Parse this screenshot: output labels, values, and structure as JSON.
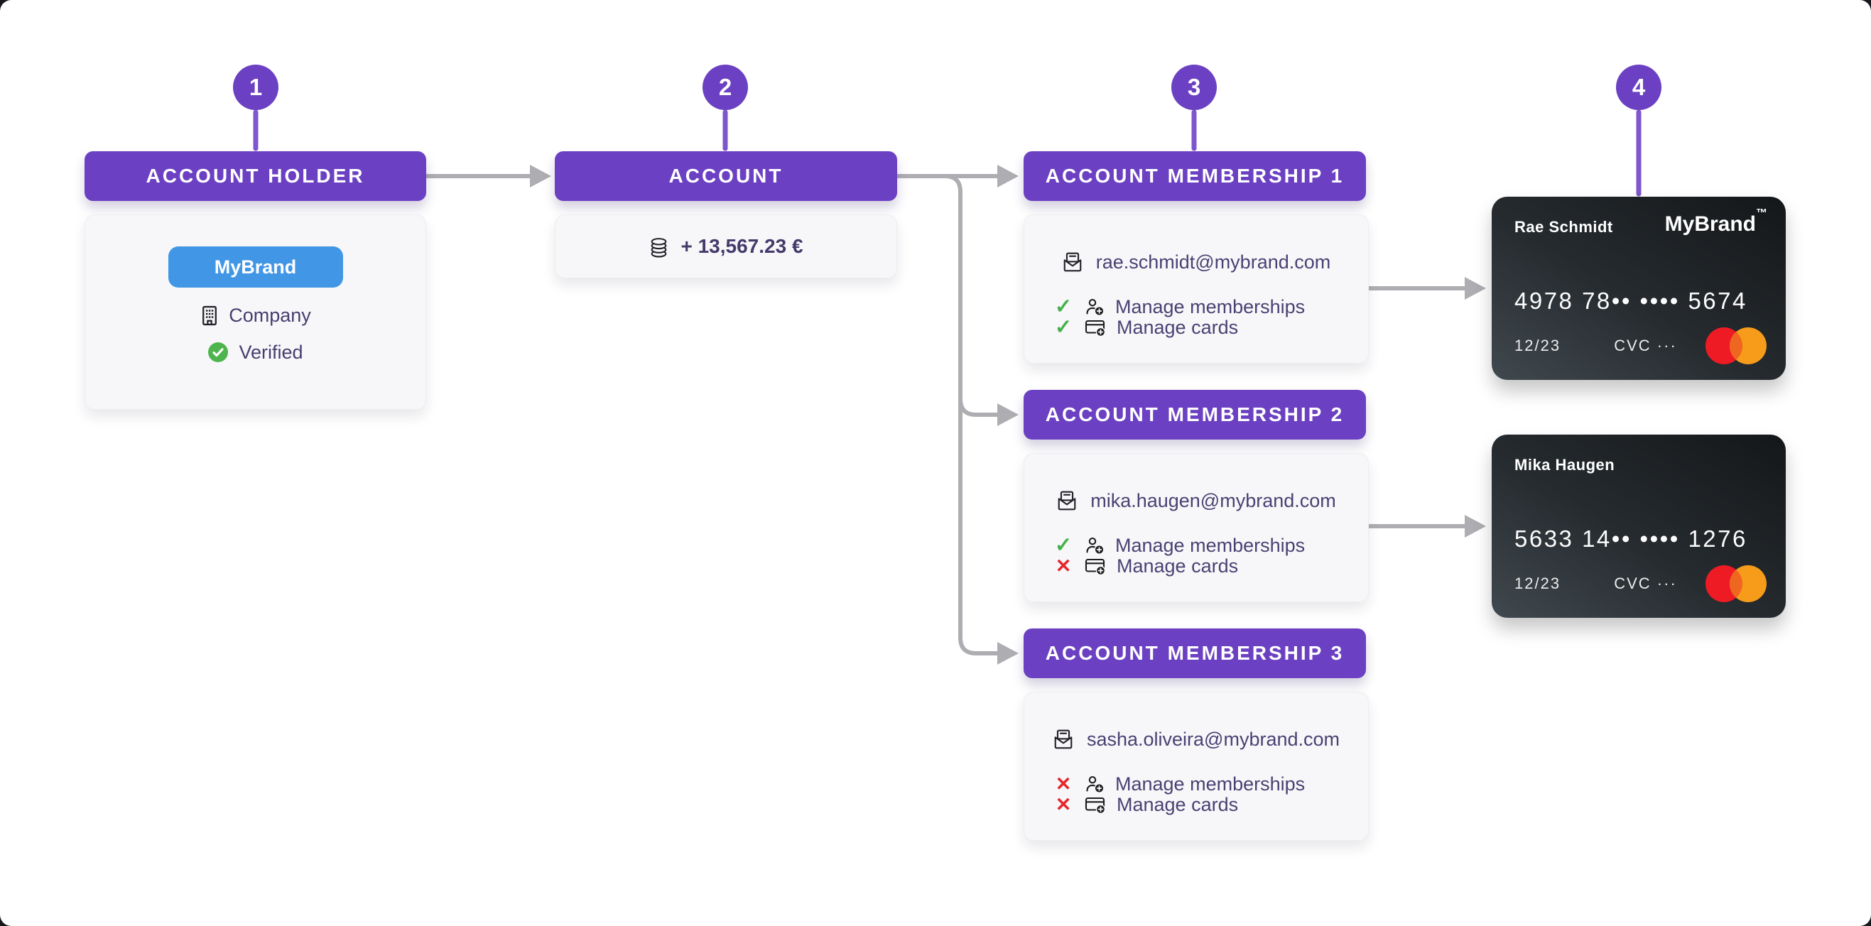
{
  "colors": {
    "purple": "#6b40c2",
    "badge_blue": "#4197e5",
    "green": "#45b14a",
    "red": "#e8262b",
    "connector_gray": "#aeaeb2",
    "text_dark": "#4a4173",
    "panel_bg": "#f7f7f9"
  },
  "markers": [
    "1",
    "2",
    "3",
    "4"
  ],
  "account_holder": {
    "header": "ACCOUNT HOLDER",
    "badge": "MyBrand",
    "entity_type": "Company",
    "status": "Verified"
  },
  "account": {
    "header": "ACCOUNT",
    "balance": "+ 13,567.23 €"
  },
  "memberships": [
    {
      "header": "ACCOUNT MEMBERSHIP 1",
      "email": "rae.schmidt@mybrand.com",
      "permissions": [
        {
          "label": "Manage memberships",
          "allowed": true
        },
        {
          "label": "Manage cards",
          "allowed": true
        }
      ]
    },
    {
      "header": "ACCOUNT MEMBERSHIP 2",
      "email": "mika.haugen@mybrand.com",
      "permissions": [
        {
          "label": "Manage memberships",
          "allowed": true
        },
        {
          "label": "Manage cards",
          "allowed": false
        }
      ]
    },
    {
      "header": "ACCOUNT MEMBERSHIP 3",
      "email": "sasha.oliveira@mybrand.com",
      "permissions": [
        {
          "label": "Manage memberships",
          "allowed": false
        },
        {
          "label": "Manage cards",
          "allowed": false
        }
      ]
    }
  ],
  "cards": [
    {
      "holder": "Rae Schmidt",
      "brand": "MyBrand",
      "brand_mark": "™",
      "number": "4978 78•• •••• 5674",
      "expiry": "12/23",
      "cvc": "CVC ···"
    },
    {
      "holder": "Mika Haugen",
      "number": "5633 14•• •••• 1276",
      "expiry": "12/23",
      "cvc": "CVC ···"
    }
  ]
}
